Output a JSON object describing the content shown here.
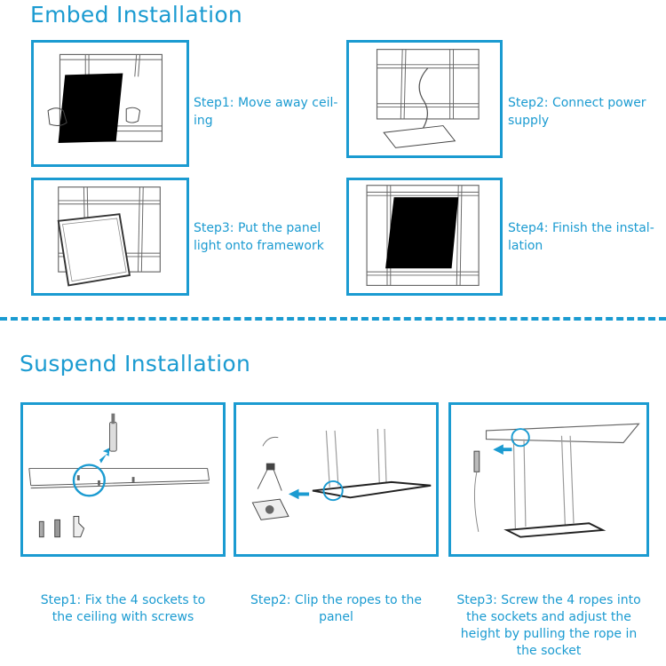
{
  "embed": {
    "title": "Embed Installation",
    "steps": [
      {
        "line1": "Step1: Move away ceil-",
        "line2": "ing"
      },
      {
        "line1": "Step2: Connect power",
        "line2": "supply"
      },
      {
        "line1": "Step3: Put the panel",
        "line2": "light onto framework"
      },
      {
        "line1": "Step4: Finish the instal-",
        "line2": "lation"
      }
    ]
  },
  "suspend": {
    "title": "Suspend Installation",
    "steps": [
      {
        "lines": [
          "Step1: Fix the 4 sockets to",
          "the ceiling with screws"
        ]
      },
      {
        "lines": [
          "Step2: Clip the ropes to the",
          "panel"
        ]
      },
      {
        "lines": [
          "Step3: Screw the 4 ropes into",
          "the sockets and adjust the",
          "height by pulling the rope in",
          "the socket"
        ]
      }
    ]
  },
  "colors": {
    "accent": "#1b9bd1",
    "panel": "#000000",
    "line": "#555555"
  }
}
